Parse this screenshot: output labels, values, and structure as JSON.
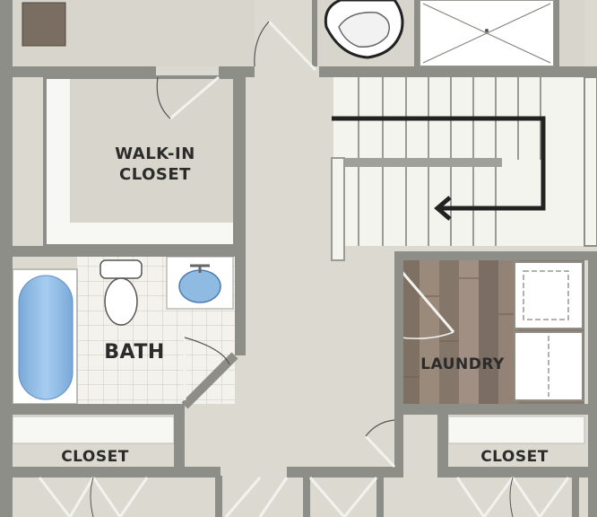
{
  "rooms": {
    "walk_in_closet": {
      "line1": "WALK-IN",
      "line2": "CLOSET"
    },
    "bath": "BATH",
    "laundry": "LAUNDRY",
    "closet_left": "CLOSET",
    "closet_right": "CLOSET"
  },
  "colors": {
    "wall": "#8e8e88",
    "floor": "#dcdad0",
    "tile": "#f2f1eb",
    "fixture_blue": "#8fbbe3",
    "laundry_wood": "#8a7a6e",
    "stair_arrow": "#222222"
  }
}
